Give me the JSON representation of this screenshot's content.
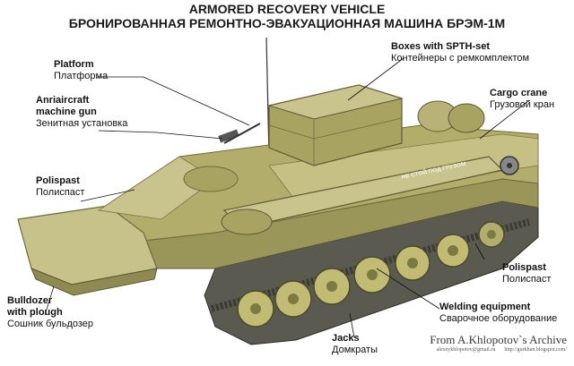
{
  "titles": {
    "en": "ARMORED RECOVERY VEHICLE",
    "ru": "БРОНИРОВАННАЯ РЕМОНТНО-ЭВАКУАЦИОННАЯ МАШИНА БРЭМ-1М"
  },
  "callouts": {
    "platform": {
      "en": "Platform",
      "ru": "Платформа"
    },
    "aa_gun": {
      "en1": "Anriaircraft",
      "en2": "machine gun",
      "ru": "Зенитная установка"
    },
    "polispast_left": {
      "en": "Polispast",
      "ru": "Полиспаст"
    },
    "bulldozer": {
      "en1": "Bulldozer",
      "en2": "with plough",
      "ru": "Сошник  бульдозер"
    },
    "boxes": {
      "en": "Boxes with SPTH-set",
      "ru": "Контейнеры с ремкомплектом"
    },
    "crane": {
      "en": "Cargo crane",
      "ru": "Грузовой кран"
    },
    "polispast_right": {
      "en": "Polispast",
      "ru": "Полиспаст"
    },
    "welding": {
      "en": "Welding equipment",
      "ru": "Сварочное оборудование"
    },
    "jacks": {
      "en": "Jacks",
      "ru": "Домкраты"
    }
  },
  "vehicle_marking": "НЕ СТОЙ ПОД ГРУЗОМ",
  "credit": {
    "main": "From A.Khlopotov`s Archive",
    "email": "alexeykhlopotov@gmail.ru",
    "site": "http://gurkhan.blogspot.com/"
  },
  "colors": {
    "hull": "#b3ad6c",
    "hull_dark": "#7d7944",
    "hull_light": "#d6d19a",
    "track": "#4a4a44",
    "wheel": "#c2bb73",
    "leader": "#111111"
  }
}
